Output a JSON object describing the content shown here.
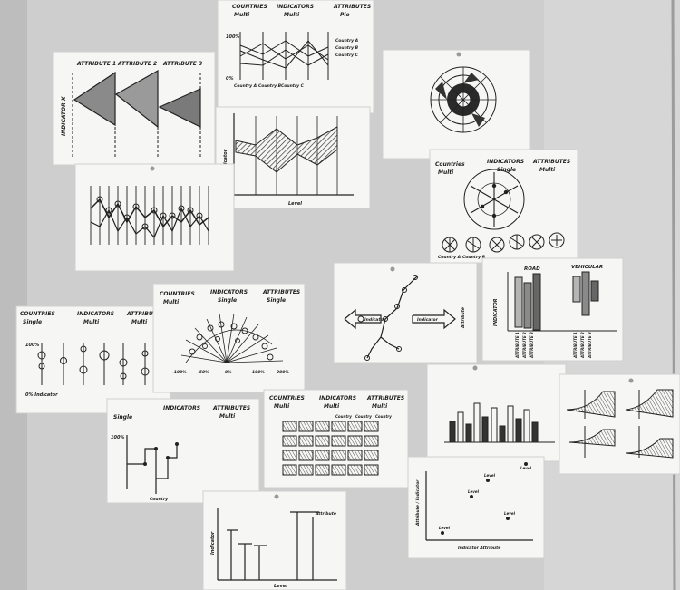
{
  "scene": {
    "description_colors": {
      "wall": "#cfcfcf",
      "paper": "#f6f6f4",
      "ink": "#222222",
      "shade": "#777777",
      "pin": "#9a9a9a"
    }
  },
  "cards": {
    "c1": {
      "h1": "ATTRIBUTE 1",
      "h2": "ATTRIBUTE 2",
      "h3": "ATTRIBUTE 3",
      "axis": "INDICATOR X"
    },
    "c2": {
      "h1": "COUNTRIES",
      "h1b": "Multi",
      "h2": "INDICATORS",
      "h2b": "Multi",
      "h3": "ATTRIBUTES",
      "h3b": "Pie",
      "lo": "0%",
      "hi": "100%",
      "legend1": "Country A",
      "legend2": "Country B",
      "legend3": "Country C"
    },
    "c4": {
      "ylabel": "indicator",
      "xlabel": "Level"
    },
    "c6": {
      "h1": "Countries",
      "h1b": "Multi",
      "h2": "INDICATORS",
      "h2b": "Single",
      "h3": "ATTRIBUTES",
      "h3b": "Multi",
      "labels": [
        "Country A",
        "Country B"
      ]
    },
    "c7": {
      "h1": "COUNTRIES",
      "h1b": "Single",
      "h2": "INDICATORS",
      "h2b": "Multi",
      "h3": "ATTRIBUTES",
      "h3b": "Multi",
      "top": "100%",
      "bottom": "0% Indicator"
    },
    "c8": {
      "h1": "COUNTRIES",
      "h1b": "Multi",
      "h2": "INDICATORS",
      "h2b": "Single",
      "h3": "ATTRIBUTES",
      "h3b": "Single",
      "ticks": [
        "-100%",
        "-50%",
        "0%",
        "100%",
        "200%"
      ]
    },
    "c9": {
      "tag1": "Indicator",
      "tag2": "Indicator",
      "ylabel": "Attribute"
    },
    "c10": {
      "h1": "ROAD",
      "h2": "VEHICULAR",
      "ylabel": "INDICATOR",
      "xl": [
        "ATTRIBUTE 1",
        "ATTRIBUTE 2",
        "ATTRIBUTE 3"
      ]
    },
    "c11": {
      "h1": "INDICATORS",
      "h1b": "Single",
      "h2": "ATTRIBUTES",
      "h2b": "Multi",
      "top": "100%",
      "bottom": "Country"
    },
    "c12": {
      "h1": "COUNTRIES",
      "h1b": "Multi",
      "h2": "INDICATORS",
      "h2b": "Multi",
      "h3": "ATTRIBUTES",
      "h3b": "Multi",
      "cols": [
        "Country",
        "Country",
        "Country"
      ]
    },
    "c15": {
      "ylabel": "Indicator",
      "xlabel": "Level",
      "tag": "Attribute"
    },
    "c16": {
      "ylabel": "Attribute / Indicator",
      "xlabel": "Indicator Attribute",
      "pts": [
        "Level",
        "Level",
        "Level",
        "Level",
        "Level"
      ]
    }
  }
}
